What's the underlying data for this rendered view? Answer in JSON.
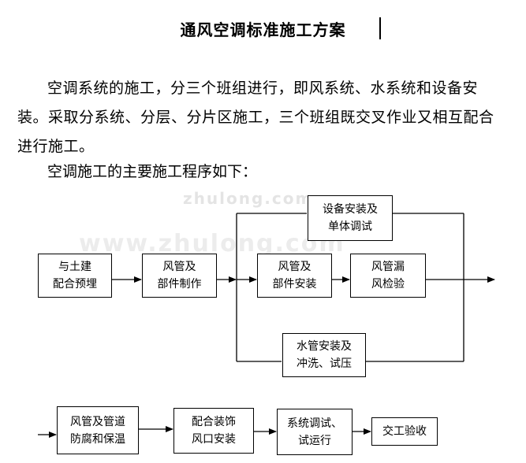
{
  "doc": {
    "title": "通风空调标准施工方案",
    "paragraph": "空调系统的施工，分三个班组进行，即风系统、水系统和设备安装。采取分系统、分层、分片区施工，三个班组既交叉作业又相互配合进行施工。",
    "subheading": "空调施工的主要施工程序如下："
  },
  "watermark": {
    "text1": "zhulong.com",
    "text2": "www.zhulong.com"
  },
  "flow": {
    "top_row": [
      {
        "label": "与土建\n配合预埋"
      },
      {
        "label": "风管及\n部件制作"
      },
      {
        "label": "设备安装及\n单体调试"
      },
      {
        "label": "风管及\n部件安装"
      },
      {
        "label": "风管漏\n风检验"
      },
      {
        "label": "水管安装及\n冲洗、试压"
      }
    ],
    "bottom_row": [
      {
        "label": "风管及管道\n防腐和保温"
      },
      {
        "label": "配合装饰\n风口安装"
      },
      {
        "label": "系统调试、\n试运行"
      },
      {
        "label": "交工验收"
      }
    ]
  }
}
